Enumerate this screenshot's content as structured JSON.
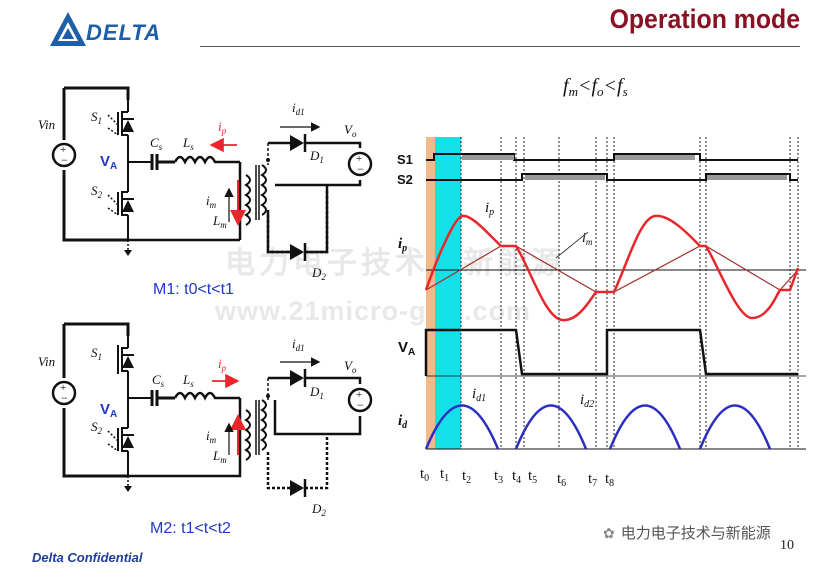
{
  "header": {
    "logo_text": "DELTA",
    "title": "Operation mode"
  },
  "footer": {
    "confidential": "Delta Confidential",
    "page_number": "10"
  },
  "watermarks": {
    "site": "www.21micro-grid.com",
    "cn": "电力电子技术与新能源",
    "brand": "电力电子技术与新能源"
  },
  "circuits": [
    {
      "caption": "M1: t0<t<t1",
      "labels": {
        "vin": "Vin",
        "s1": "S",
        "s1_sub": "1",
        "s2": "S",
        "s2_sub": "2",
        "va": "V",
        "va_sub": "A",
        "cs": "C",
        "cs_sub": "s",
        "ls": "L",
        "ls_sub": "s",
        "ip": "i",
        "ip_sub": "p",
        "im": "i",
        "im_sub": "m",
        "lm": "L",
        "lm_sub": "m",
        "id1": "i",
        "id1_sub": "d1",
        "vo": "V",
        "vo_sub": "o",
        "d1": "D",
        "d1_sub": "1",
        "d2": "D",
        "d2_sub": "2"
      },
      "ip_direction": "left"
    },
    {
      "caption": "M2: t1<t<t2",
      "labels": {
        "vin": "Vin",
        "s1": "S",
        "s1_sub": "1",
        "s2": "S",
        "s2_sub": "2",
        "va": "V",
        "va_sub": "A",
        "cs": "C",
        "cs_sub": "s",
        "ls": "L",
        "ls_sub": "s",
        "ip": "i",
        "ip_sub": "p",
        "im": "i",
        "im_sub": "m",
        "lm": "L",
        "lm_sub": "m",
        "id1": "i",
        "id1_sub": "d1",
        "vo": "V",
        "vo_sub": "o",
        "d1": "D",
        "d1_sub": "1",
        "d2": "D",
        "d2_sub": "2"
      },
      "ip_direction": "right"
    }
  ],
  "waveforms": {
    "condition": {
      "fm": "f",
      "fm_sub": "m",
      "lt1": "<",
      "fo": "f",
      "fo_sub": "o",
      "lt2": "<",
      "fs": "f",
      "fs_sub": "s"
    },
    "rows": {
      "s1": "S1",
      "s2": "S2",
      "ip": "i",
      "ip_sub": "p",
      "va": "V",
      "va_sub": "A",
      "id": "i",
      "id_sub": "d"
    },
    "curve_labels": {
      "ip": "i",
      "ip_sub": "p",
      "im": "i",
      "im_sub": "m",
      "id1": "i",
      "id1_sub": "d1",
      "id2": "i",
      "id2_sub": "d2"
    },
    "time_labels": [
      {
        "t": "t",
        "sub": "0"
      },
      {
        "t": "t",
        "sub": "1"
      },
      {
        "t": "t",
        "sub": "2"
      },
      {
        "t": "t",
        "sub": "3"
      },
      {
        "t": "t",
        "sub": "4"
      },
      {
        "t": "t",
        "sub": "5"
      },
      {
        "t": "t",
        "sub": "6"
      },
      {
        "t": "t",
        "sub": "7"
      },
      {
        "t": "t",
        "sub": "8"
      }
    ],
    "colors": {
      "ip": "#e8262b",
      "im": "#a0302a",
      "id": "#2b2fbf",
      "highlight": "#14e0ea",
      "start_band": "#f2b98a"
    }
  }
}
